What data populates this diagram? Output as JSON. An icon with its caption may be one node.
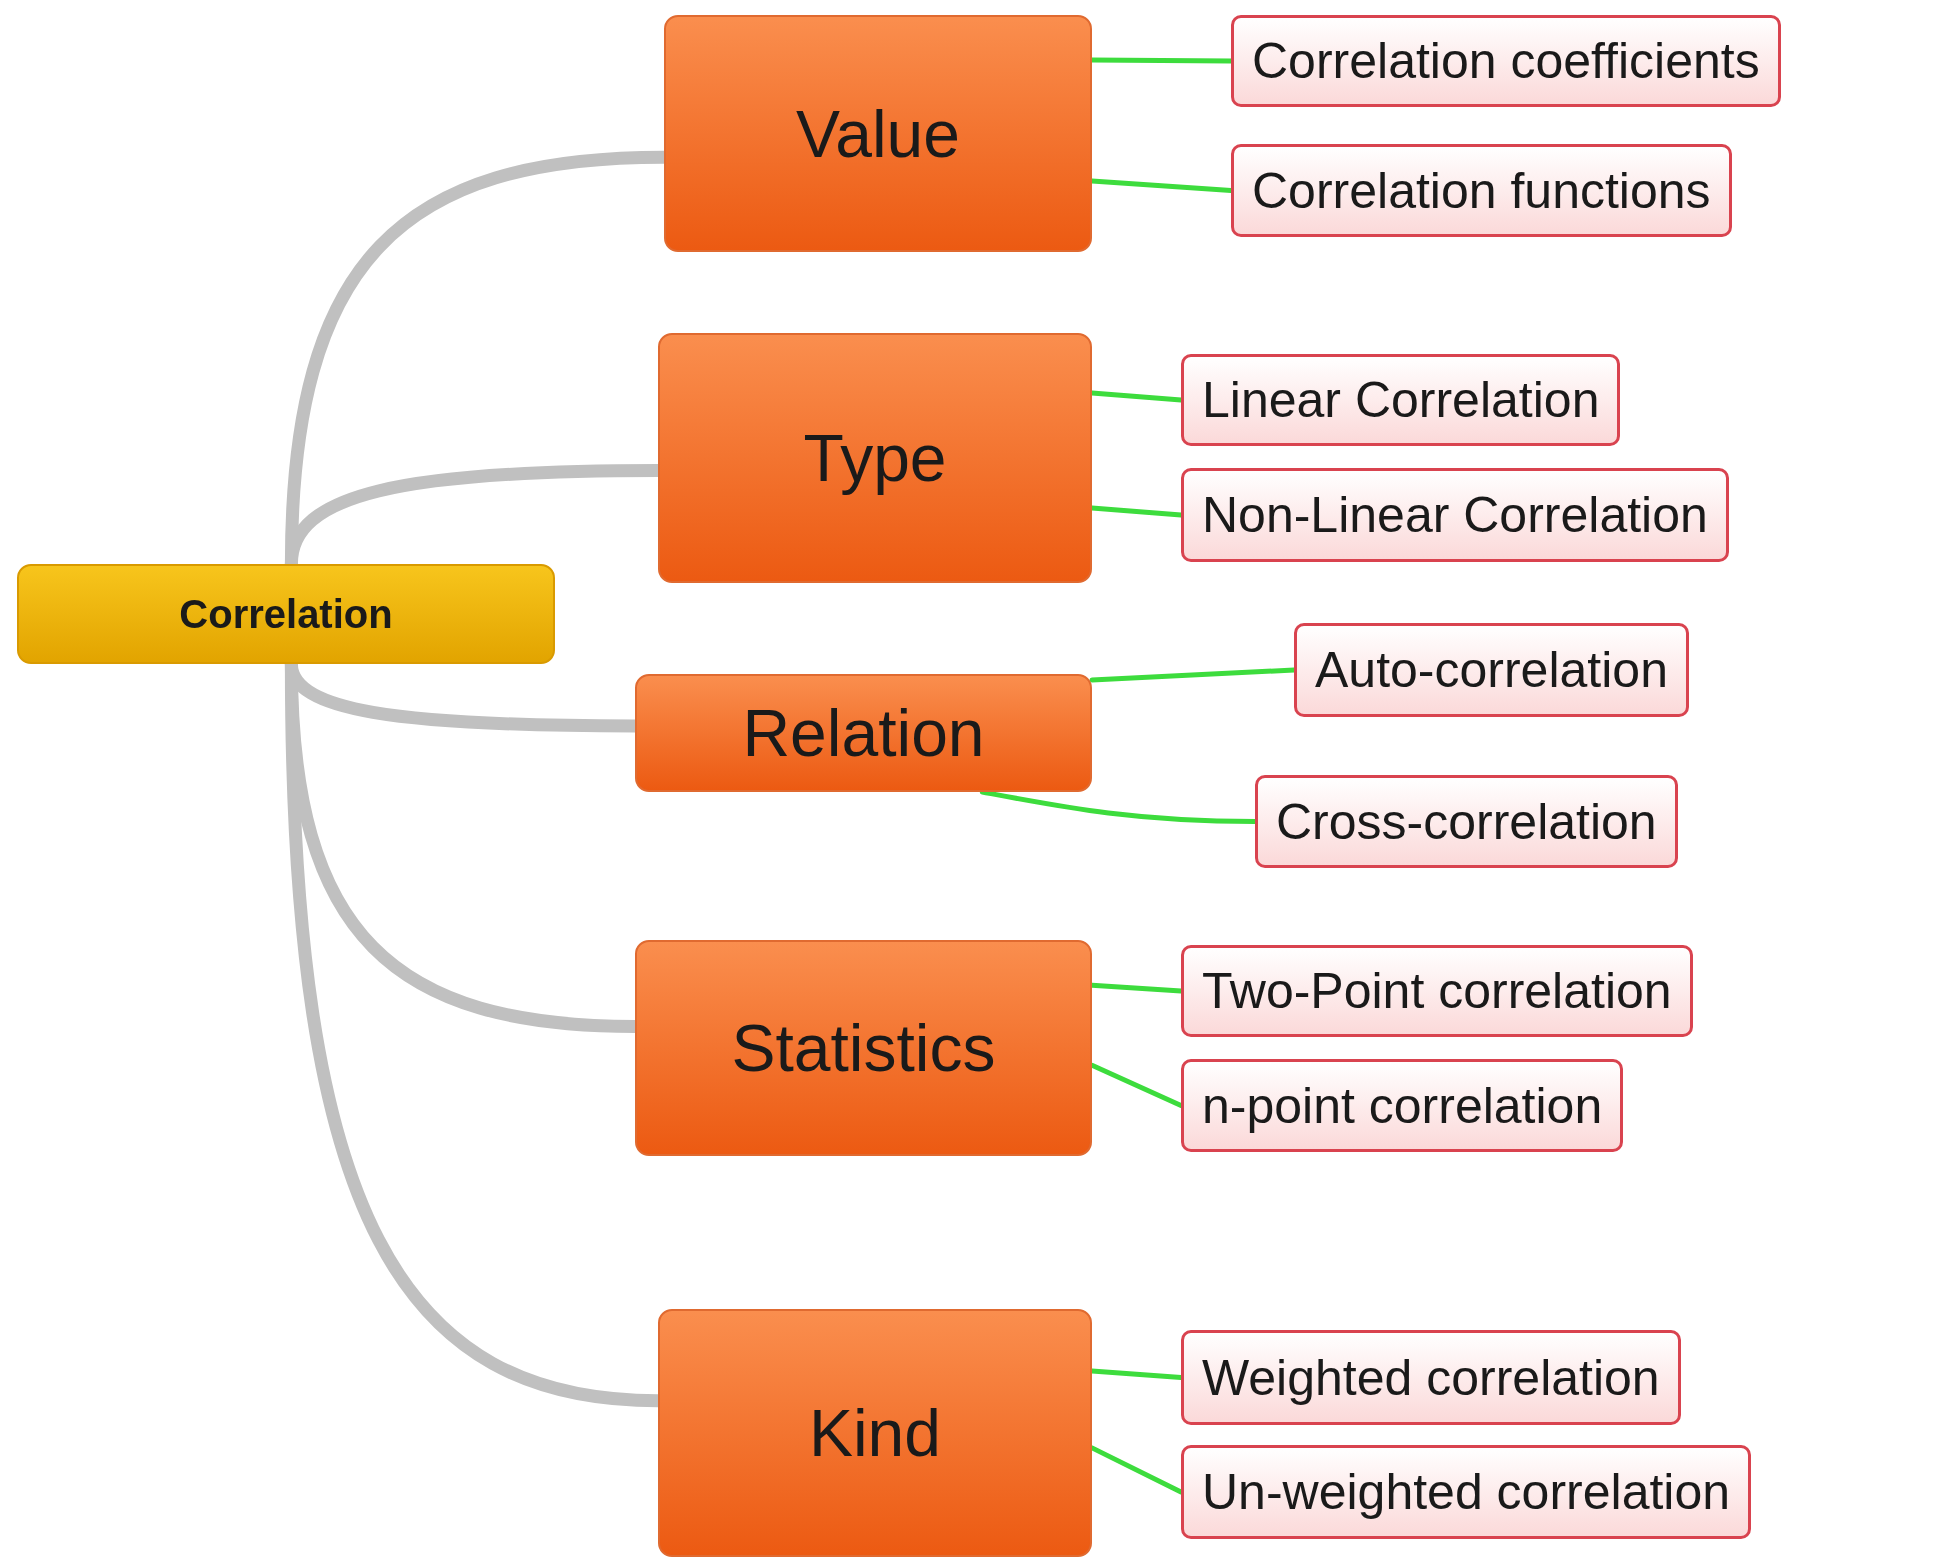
{
  "diagram": {
    "nodes": [
      {
        "text": [
          "Correlation"
        ]
      },
      {
        "text": [
          "Value"
        ]
      },
      {
        "text": [
          "Correlation coefficients"
        ]
      },
      {
        "text": [
          "Correlation functions"
        ]
      },
      {
        "text": [
          "Type"
        ]
      },
      {
        "text": [
          "Linear Correlation"
        ]
      },
      {
        "text": [
          "Non-Linear Correlation"
        ]
      },
      {
        "text": [
          "Relation"
        ]
      },
      {
        "text": [
          "Auto-correlation"
        ]
      },
      {
        "text": [
          "Cross-correlation"
        ]
      },
      {
        "text": [
          "Statistics"
        ]
      },
      {
        "text": [
          "Two-Point correlation"
        ]
      },
      {
        "text": [
          "n-point correlation"
        ]
      },
      {
        "text": [
          "Kind"
        ]
      },
      {
        "text": [
          "Weighted correlation"
        ]
      },
      {
        "text": [
          "Un-weighted correlation"
        ]
      }
    ],
    "edges": [
      {
        "from": 0,
        "to": 1,
        "arrow": "none",
        "style": "thick",
        "color": "#c0c0c0"
      },
      {
        "from": 0,
        "to": 4,
        "arrow": "none",
        "style": "thick",
        "color": "#c0c0c0"
      },
      {
        "from": 0,
        "to": 7,
        "arrow": "none",
        "style": "thick",
        "color": "#c0c0c0"
      },
      {
        "from": 0,
        "to": 10,
        "arrow": "none",
        "style": "thick",
        "color": "#c0c0c0"
      },
      {
        "from": 0,
        "to": 13,
        "arrow": "none",
        "style": "thick",
        "color": "#c0c0c0"
      },
      {
        "from": 1,
        "to": 2,
        "arrow": "none"
      },
      {
        "from": 1,
        "to": 3,
        "arrow": "none"
      },
      {
        "from": 4,
        "to": 5,
        "arrow": "none"
      },
      {
        "from": 4,
        "to": 6,
        "arrow": "none"
      },
      {
        "from": 7,
        "to": 8,
        "arrow": "none"
      },
      {
        "from": 7,
        "to": 9,
        "arrow": "none"
      },
      {
        "from": 10,
        "to": 11,
        "arrow": "none"
      },
      {
        "from": 10,
        "to": 12,
        "arrow": "none"
      },
      {
        "from": 13,
        "to": 14,
        "arrow": "none"
      },
      {
        "from": 13,
        "to": 15,
        "arrow": "none"
      }
    ]
  }
}
